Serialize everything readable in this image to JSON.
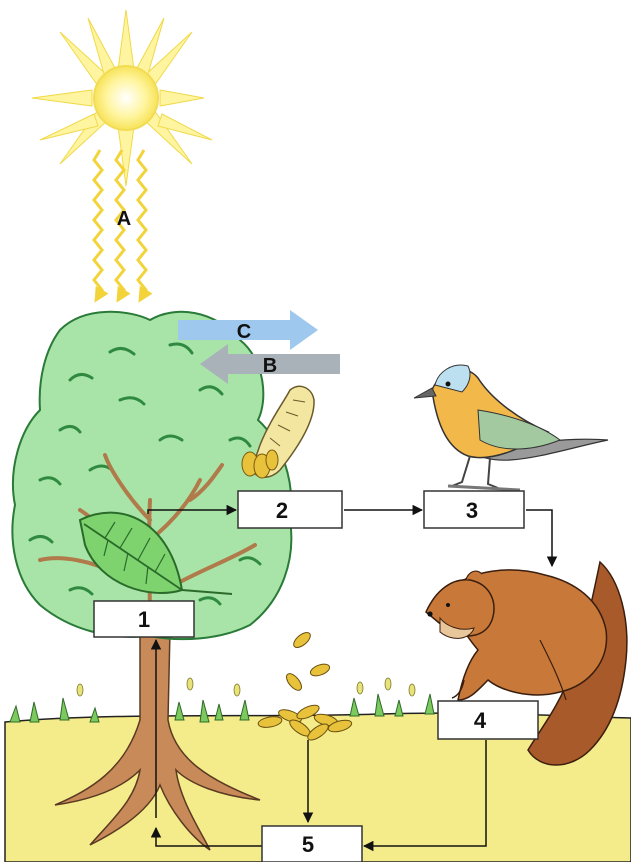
{
  "labels": {
    "energy": "A",
    "arrow_c": "C",
    "arrow_b": "B",
    "box1": "1",
    "box2": "2",
    "box3": "3",
    "box4": "4",
    "box5": "5"
  },
  "organisms": [
    "sun-icon",
    "tree-icon",
    "leaf-icon",
    "caterpillar-icon",
    "bird-icon",
    "marten-icon",
    "fallen-leaves-icon",
    "grass"
  ],
  "colors": {
    "sun": "#fff27a",
    "sun_ray": "#f5e35a",
    "canopy": "#a8e4a8",
    "canopy_stroke": "#2a7a38",
    "trunk": "#c98a5a",
    "leaf": "#7ed36e",
    "arrow_c": "#9ec8ee",
    "arrow_b": "#a9b2b8",
    "bird_body": "#f2b84a",
    "bird_wing": "#9a9a9a",
    "marten": "#c8793a",
    "ground": "#f4ec8a",
    "grass": "#6fbf5a",
    "box_border": "#333333"
  }
}
